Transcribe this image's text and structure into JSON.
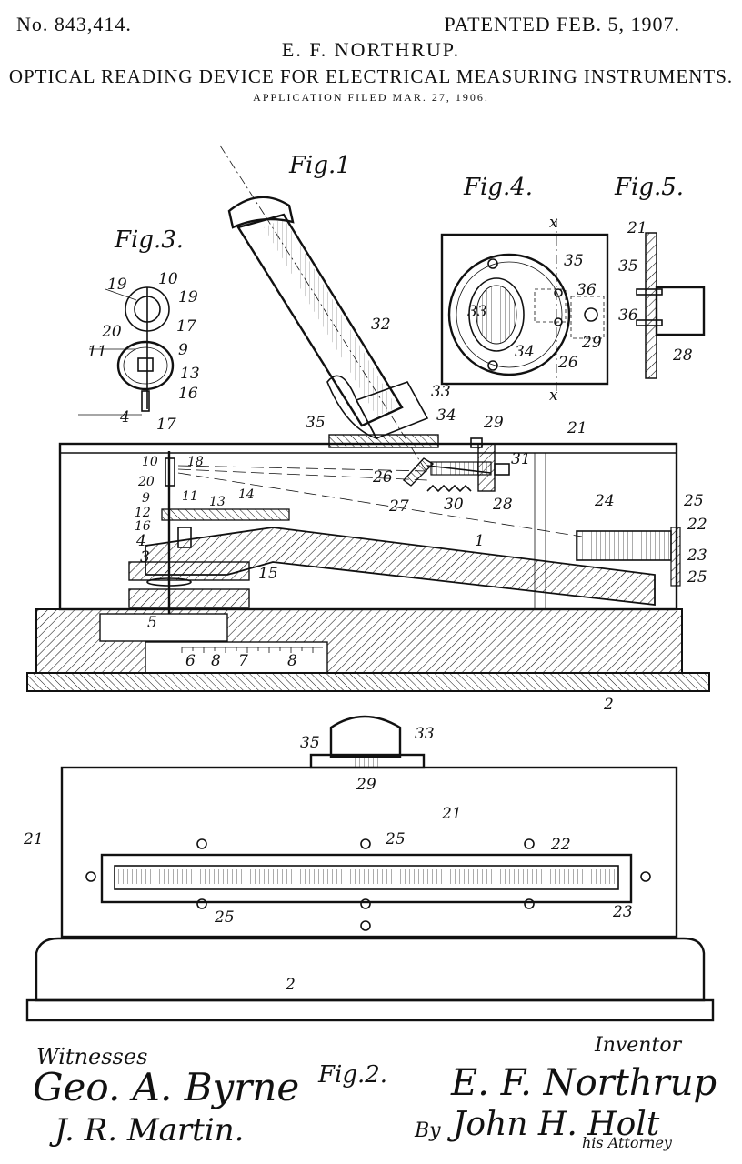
{
  "header": {
    "patent_number": "No. 843,414.",
    "patent_date": "PATENTED FEB. 5, 1907.",
    "inventor_name": "E. F. NORTHRUP.",
    "title": "OPTICAL READING DEVICE FOR ELECTRICAL MEASURING INSTRUMENTS.",
    "application": "APPLICATION FILED MAR. 27, 1906."
  },
  "figures": {
    "fig1": "Fig.1",
    "fig2": "Fig.2.",
    "fig3": "Fig.3.",
    "fig4": "Fig.4.",
    "fig5": "Fig.5."
  },
  "fig1_labels": [
    "17",
    "18",
    "10",
    "20",
    "9",
    "11",
    "12",
    "16",
    "13",
    "14",
    "4",
    "3",
    "15",
    "1",
    "5",
    "6",
    "8",
    "7",
    "8",
    "2",
    "32",
    "33",
    "35",
    "34",
    "29",
    "21",
    "31",
    "26",
    "27",
    "30",
    "28",
    "24",
    "25",
    "22",
    "23",
    "25"
  ],
  "fig2_labels": [
    "35",
    "33",
    "29",
    "21",
    "21",
    "25",
    "22",
    "25",
    "23",
    "2"
  ],
  "fig3_labels": [
    "19",
    "10",
    "19",
    "20",
    "17",
    "11",
    "9",
    "13",
    "16",
    "4"
  ],
  "fig4_labels": [
    "x",
    "35",
    "36",
    "33",
    "29",
    "34",
    "26",
    "x"
  ],
  "fig5_labels": [
    "21",
    "35",
    "36",
    "28"
  ],
  "footer": {
    "witnesses_label": "Witnesses",
    "witness_1": "Geo. A. Byrne",
    "witness_2": "J. R. Martin.",
    "inventor_label": "Inventor",
    "inventor_signature": "E. F. Northrup",
    "by_label": "By",
    "attorney_signature": "John H. Holt",
    "attorney_label": "his Attorney"
  }
}
